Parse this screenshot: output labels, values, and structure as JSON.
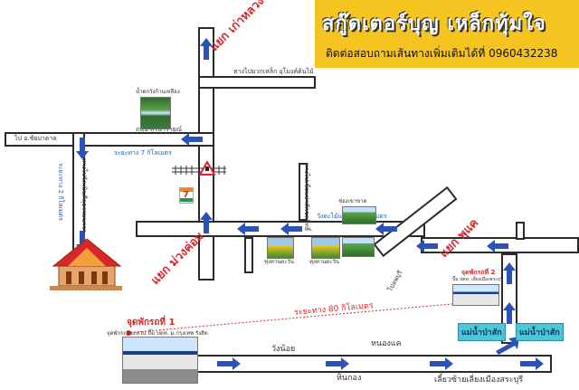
{
  "banner": {
    "title": "สกู๊ดเตอร์บุญ เหล็กทุ้มใจ",
    "subtitle": "ติดต่อสอบถามเส้นทางเพิ่มเติมได้ที่ 0960432238"
  },
  "intersections": {
    "kao_luang": "แยก เก่าหลวง",
    "muang_kom": "แยก ม่วงค่อม",
    "pukae": "แยก พุแค"
  },
  "roads": {
    "to_shop": "ทางไปมวกเหล็ก อุโมงค์ต้นไม้",
    "surarai": "ถนน สุรนารายณ์",
    "to_chai_badan": "ไป อ.ชัยบาดาล",
    "temple_road": "ทางไปวัดเนินตีลุธรรมนารา",
    "paesamakkhi": "ทางไปเขื่อนป่าสักชลสิทธิ์",
    "to_lopburi": "ไปลพบุรี",
    "wang_noi": "วังน้อย",
    "hin_kong": "หินกอง",
    "nong_khae": "หนองแค",
    "bypass": "เลี้ยวซ้ายเลี่ยงเมืองสระบุรี"
  },
  "distances": {
    "d7": "ระยะทาง 7 กิโลเมตร",
    "d2": "ระยะทาง 2 กิโลเมตร",
    "d70": "วังตะไม้แยก 70 กิโลเมตร",
    "d80": "ระยะทาง 80 กิโลเมตร"
  },
  "places": {
    "waterfall": "น้ำตกวังก้านเหลือง",
    "sunflower1": "ทุ่งทานตะวัน",
    "sunflower2": "ทุ่งทานตะวัน",
    "chongkhao": "ช่องเขาขาด",
    "seven_eleven": "7"
  },
  "stops": {
    "stop1_title": "จุดพักรถที่ 1",
    "stop1_sub": "จุดพักรถวงแหวน ปั๊ม ปตท. ม.กรุงเทพ รังสิต",
    "stop2_title": "จุดพักรถที่ 2",
    "stop2_sub": "ปั๊ม ปตท. เลี่ยงเมืองสระบุรี"
  },
  "tags": {
    "mae_nam_pasak_1": "แม่น้ำป่าสัก",
    "mae_nam_pasak_2": "แม่น้ำป่าสัก"
  },
  "colors": {
    "banner_bg": "#f6c420",
    "arrow": "#2b52b8",
    "label_red": "#d8262b",
    "tag": "#4fc6d8"
  }
}
